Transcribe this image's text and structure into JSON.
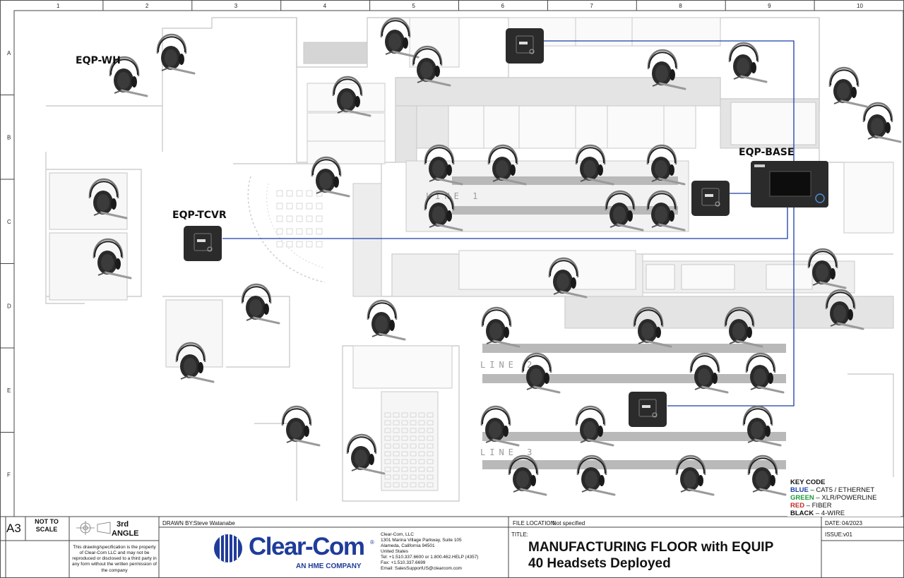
{
  "grid": {
    "columns": [
      "1",
      "2",
      "3",
      "4",
      "5",
      "6",
      "7",
      "8",
      "9",
      "10"
    ],
    "rows": [
      "A",
      "B",
      "C",
      "D",
      "E",
      "F"
    ]
  },
  "labels": {
    "wh": "EQP-WH",
    "tcvr": "EQP-TCVR",
    "base": "EQP-BASE",
    "line1": "LINE 1",
    "line2": "LINE 2",
    "line3": "LINE 3"
  },
  "key": {
    "title": "KEY CODE",
    "items": [
      {
        "name": "BLUE",
        "desc": " – CAT5 / ETHERNET",
        "color": "#1a3ea8"
      },
      {
        "name": "GREEN",
        "desc": " – XLR/POWERLINE",
        "color": "#1f9a3a"
      },
      {
        "name": "RED",
        "desc": " – FIBER",
        "color": "#c62828"
      },
      {
        "name": "BLACK",
        "desc": " – 4-WIRE",
        "color": "#111111"
      }
    ]
  },
  "title_block": {
    "size": "A3",
    "scale": "NOT TO SCALE",
    "angle_top": "3rd",
    "angle_bottom": "ANGLE",
    "disclaimer": "This drawing/specification is the property of Clear-Com LLC and may not be reproduced or disclosed to a third party in any form without the written permission of the company",
    "drawn_by_label": "DRAWN BY:",
    "drawn_by": "Steve Watanabe",
    "logo_text": "Clear-Com",
    "logo_sub": "AN HME COMPANY",
    "company": [
      "Clear-Com, LLC",
      "1301 Marina Village Parkway, Suite 105",
      "Alameda, California 94501",
      "United States",
      "Tel: +1.510.337.6600 or 1.800.462.HELP (4357)",
      "Fax: +1.510.337.6699",
      "Email: SalesSupportUS@clearcom.com"
    ],
    "file_location_label": "FILE LOCATION:",
    "file_location": "Not specified",
    "date_label": "DATE:",
    "date": "04/2023",
    "title_label": "TITLE:",
    "title_line1": "MANUFACTURING FLOOR with EQUIP",
    "title_line2": "40 Headsets Deployed",
    "issue_label": "ISSUE:",
    "issue": "v01"
  },
  "colors": {
    "wall": "#bdbdbd",
    "floor": "#e6e6e6",
    "cable": "#1a3ea8",
    "device": "#2b2b2b"
  }
}
